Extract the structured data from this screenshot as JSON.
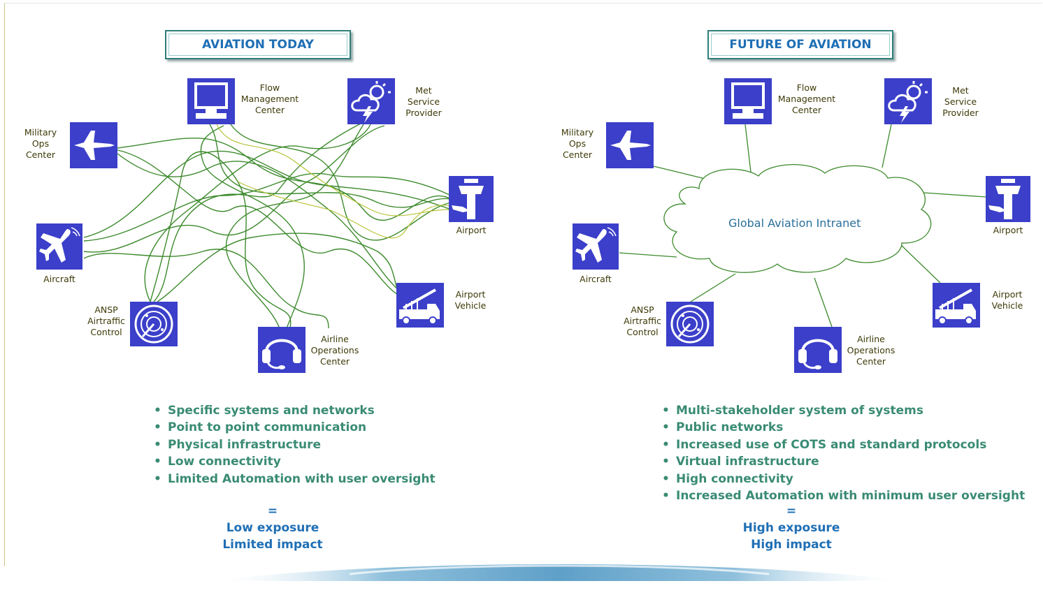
{
  "left": {
    "title": "AVIATION TODAY",
    "nodes": {
      "flow": "Flow Management Center",
      "met": "Met Service Provider",
      "military": "Military Ops Center",
      "airport": "Airport",
      "aircraft": "Aircraft",
      "vehicle": "Airport Vehicle",
      "ansp": "ANSP Airtraffic Control",
      "airline": "Airline Operations Center"
    },
    "bullets": [
      "Specific systems and networks",
      "Point to point communication",
      "Physical infrastructure",
      "Low connectivity",
      "Limited Automation with user oversight"
    ],
    "equals": "=",
    "exposure": "Low exposure",
    "impact": "Limited impact"
  },
  "right": {
    "title": "FUTURE OF AVIATION",
    "cloud": "Global Aviation Intranet",
    "nodes": {
      "flow": "Flow Management Center",
      "met": "Met Service Provider",
      "military": "Military Ops Center",
      "airport": "Airport",
      "aircraft": "Aircraft",
      "vehicle": "Airport Vehicle",
      "ansp": "ANSP Airtraffic Control",
      "airline": "Airline Operations Center"
    },
    "bullets": [
      "Multi-stakeholder system of systems",
      "Public networks",
      "Increased use of COTS and standard protocols",
      "Virtual infrastructure",
      "High connectivity",
      "Increased Automation with minimum user oversight"
    ],
    "equals": "=",
    "exposure": "High exposure",
    "impact": "High impact"
  },
  "colors": {
    "icon": "#3b3fc9",
    "title": "#1f6fb5",
    "bullets": "#3a8b74",
    "wire": "#3c8a2c"
  }
}
